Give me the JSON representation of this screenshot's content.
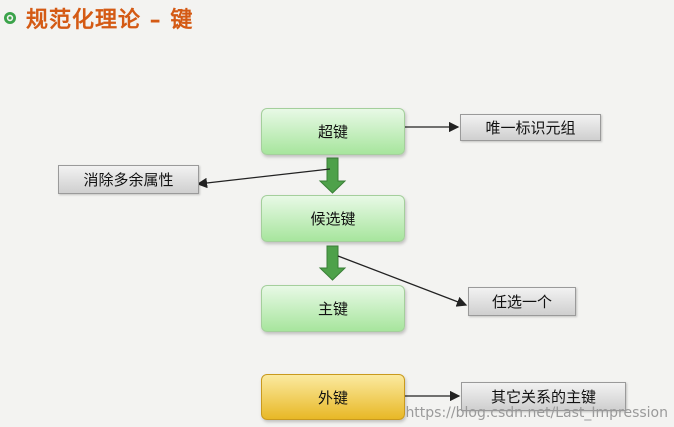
{
  "title": "规范化理论 – 键",
  "nodes": {
    "super_key": "超键",
    "candidate_key": "候选键",
    "primary_key": "主键",
    "foreign_key": "外键"
  },
  "notes": {
    "unique_tuple": "唯一标识元组",
    "remove_redundant": "消除多余属性",
    "choose_one": "任选一个",
    "other_relation_pk": "其它关系的主键"
  },
  "watermark": "https://blog.csdn.net/Last_Impression",
  "colors": {
    "title": "#d45a14",
    "green_box": "#a7e59d",
    "gold_box": "#e8b826",
    "arrow_green": "#4ea14a"
  }
}
